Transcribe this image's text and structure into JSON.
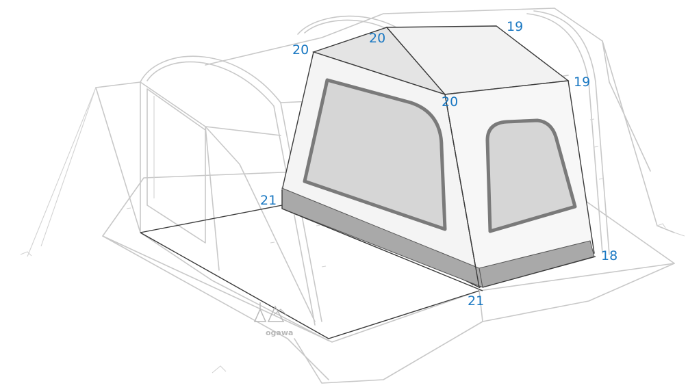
{
  "diagram": {
    "brand_logo_text": "ogawa",
    "callouts": [
      {
        "key": "c20a",
        "text": "20"
      },
      {
        "key": "c20b",
        "text": "20"
      },
      {
        "key": "c20c",
        "text": "20"
      },
      {
        "key": "c19a",
        "text": "19"
      },
      {
        "key": "c19b",
        "text": "19"
      },
      {
        "key": "c21a",
        "text": "21"
      },
      {
        "key": "c21b",
        "text": "21"
      },
      {
        "key": "c18",
        "text": "18"
      }
    ]
  },
  "colors": {
    "callout_text": "#1a78c2",
    "ghost_tent_lines": "#c8c8c8",
    "inner_tent_outline": "#3a3a3a",
    "window_panel": "#d6d6d6",
    "window_frame": "#7a7a7a",
    "bottom_band": "#a9a9a9",
    "roof_panel": "#e4e4e4"
  }
}
